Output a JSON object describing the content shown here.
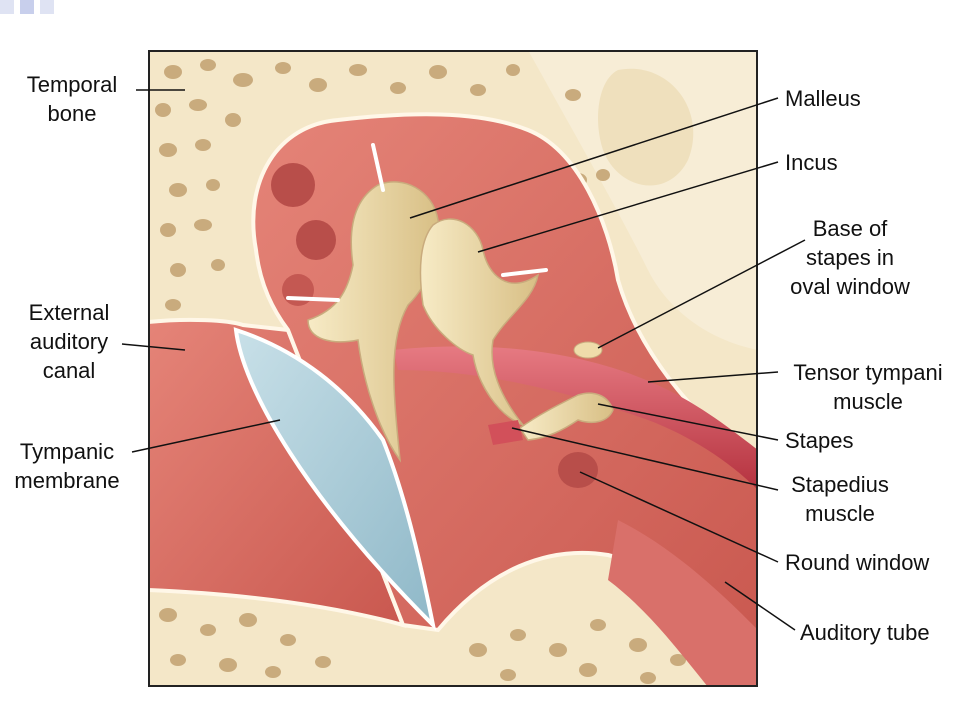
{
  "colors": {
    "bone": "#f4e7c8",
    "bone_pore": "#c9ab7d",
    "cavity": "#d9706a",
    "cavity_dark": "#b84e4a",
    "membrane": "#a9ccd8",
    "ossicle": "#efdcaa",
    "muscle": "#d2505a",
    "frame": "#222222"
  },
  "labels": {
    "temporal_bone": "Temporal\nbone",
    "external_auditory_canal": "External\nauditory\ncanal",
    "tympanic_membrane": "Tympanic\nmembrane",
    "malleus": "Malleus",
    "incus": "Incus",
    "base_of_stapes": "Base of\nstapes in\noval window",
    "tensor_tympani": "Tensor tympani\nmuscle",
    "stapes": "Stapes",
    "stapedius": "Stapedius\nmuscle",
    "round_window": "Round window",
    "auditory_tube": "Auditory tube"
  }
}
